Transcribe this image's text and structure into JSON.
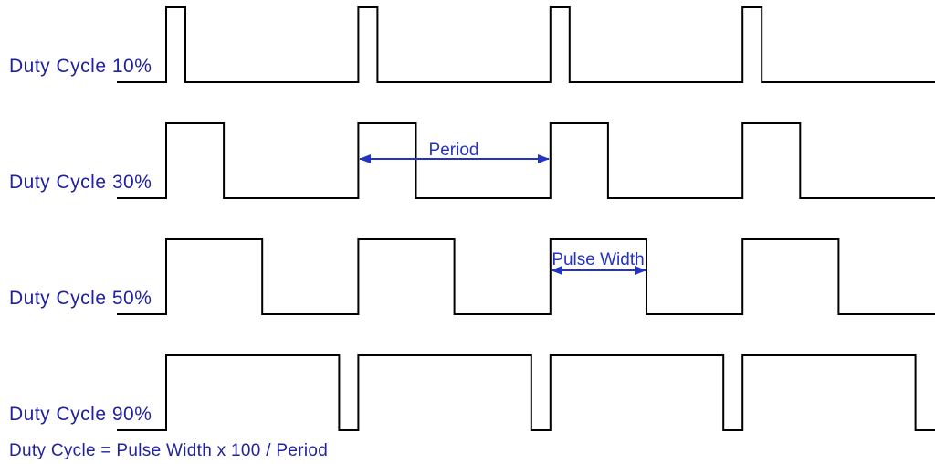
{
  "diagram": {
    "rows": [
      {
        "label": "Duty Cycle 10%",
        "duty_percent": 10
      },
      {
        "label": "Duty Cycle 30%",
        "duty_percent": 30
      },
      {
        "label": "Duty Cycle 50%",
        "duty_percent": 50
      },
      {
        "label": "Duty Cycle 90%",
        "duty_percent": 90
      }
    ],
    "annotations": {
      "period_label": "Period",
      "pulse_width_label": "Pulse Width"
    },
    "formula": "Duty Cycle = Pulse Width x 100 / Period",
    "cycles_shown_per_row": 4,
    "colors": {
      "label_text": "#22229E",
      "annotation": "#2433C4",
      "waveform": "#000000",
      "background": "#FFFFFF"
    }
  }
}
